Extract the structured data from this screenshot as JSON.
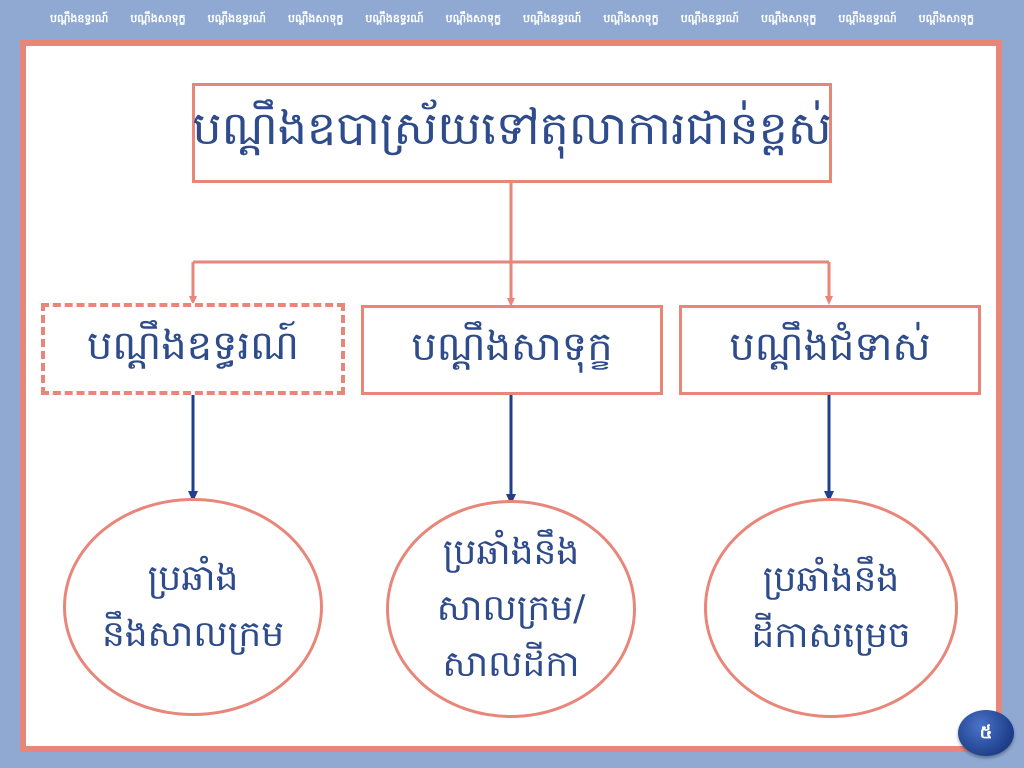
{
  "header_strip": [
    "បណ្តឹងឧទ្ធរណ៍",
    "បណ្តឹងសាទុក្ខ",
    "បណ្តឹងឧទ្ធរណ៍",
    "បណ្តឹងសាទុក្ខ",
    "បណ្តឹងឧទ្ធរណ៍",
    "បណ្តឹងសាទុក្ខ",
    "បណ្តឹងឧទ្ធរណ៍",
    "បណ្តឹងសាទុក្ខ",
    "បណ្តឹងឧទ្ធរណ៍",
    "បណ្តឹងសាទុក្ខ",
    "បណ្តឹងឧទ្ធរណ៍",
    "បណ្តឹងសាទុក្ខ"
  ],
  "diagram": {
    "root": "បណ្តឹងឧបាស្រ័យទៅតុលាការជាន់ខ្ពស់",
    "branches": [
      {
        "label": "បណ្តឹងឧទ្ធរណ៍",
        "target_lines": [
          "ប្រឆាំង",
          "នឹងសាលក្រម"
        ]
      },
      {
        "label": "បណ្តឹងសាទុក្ខ",
        "target_lines": [
          "ប្រឆាំងនឹង",
          "សាលក្រម/",
          "សាលដីកា"
        ]
      },
      {
        "label": "បណ្តឹងជំទាស់",
        "target_lines": [
          "ប្រឆាំងនឹង",
          "ដីកាសម្រេច"
        ]
      }
    ]
  },
  "page_number": "៥",
  "colors": {
    "background": "#8fa9d3",
    "frame_border": "#e8867a",
    "text": "#2e4b8c",
    "down_arrow": "#1f3f8c",
    "page_badge": "#1e3f8a"
  }
}
